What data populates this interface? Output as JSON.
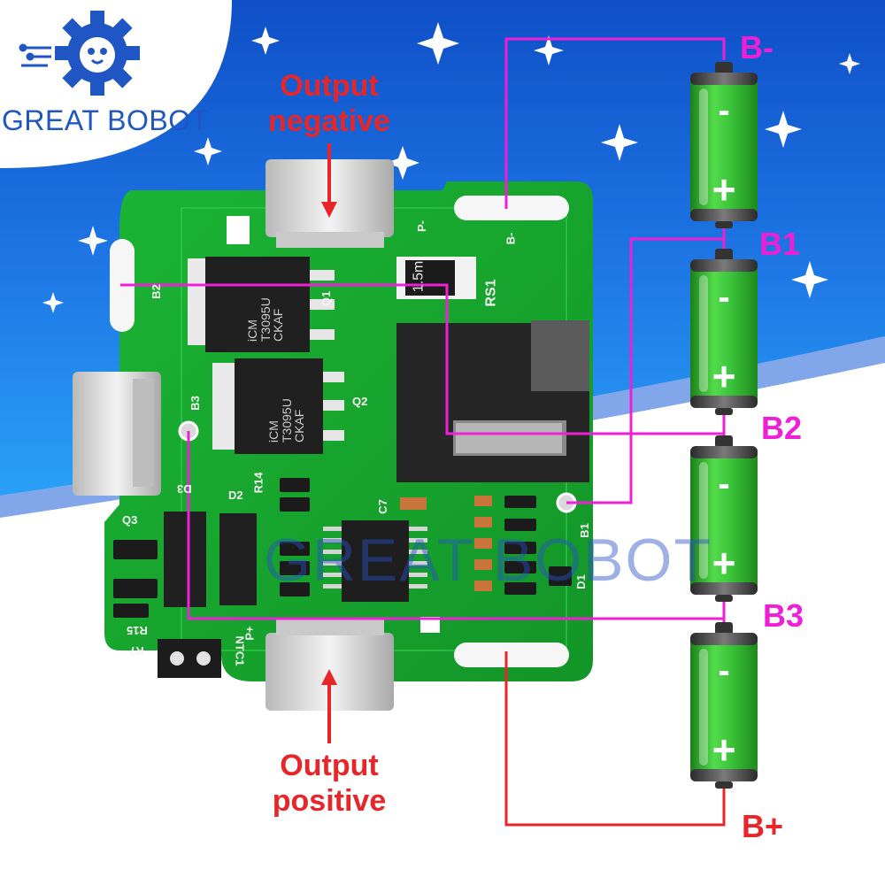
{
  "brand": {
    "name": "GREAT BOBOT",
    "watermark": "GREAT BOBOT",
    "logo_icon": "gear-face-logo",
    "color": "#1f56c4"
  },
  "annotations": {
    "output_negative": {
      "line1": "Output",
      "line2": "negative"
    },
    "output_positive": {
      "line1": "Output",
      "line2": "positive"
    }
  },
  "terminals": [
    "B-",
    "B1",
    "B2",
    "B3",
    "B+"
  ],
  "cells": [
    {
      "name": "cell-1",
      "minus": "-",
      "plus": "+"
    },
    {
      "name": "cell-2",
      "minus": "-",
      "plus": "+"
    },
    {
      "name": "cell-3",
      "minus": "-",
      "plus": "+"
    },
    {
      "name": "cell-4",
      "minus": "-",
      "plus": "+"
    }
  ],
  "pcb": {
    "silkscreen": {
      "rs1": "RS1",
      "b_minus": "B-",
      "p_minus": "P-",
      "b1": "B1",
      "b2": "B2",
      "b3": "B3",
      "q1": "Q1",
      "q2": "Q2",
      "q3": "Q3",
      "d1": "D1",
      "d2": "D2",
      "d3": "D3",
      "r14": "R14",
      "r15": "R15",
      "r7": "R7",
      "c7": "C7",
      "ntc1": "NTC1",
      "p_plus": "P+"
    },
    "mosfet_label": {
      "line1": "iCM",
      "line2": "T3095U",
      "line3": "CKAF"
    },
    "shunt_label": "1.5m"
  },
  "colors": {
    "sky": "#1d6fe0",
    "pcb_green": "#16a12c",
    "wire_pink": "#ee1fd6",
    "wire_red": "#e8262a",
    "cell_green": "#3cc43a"
  }
}
